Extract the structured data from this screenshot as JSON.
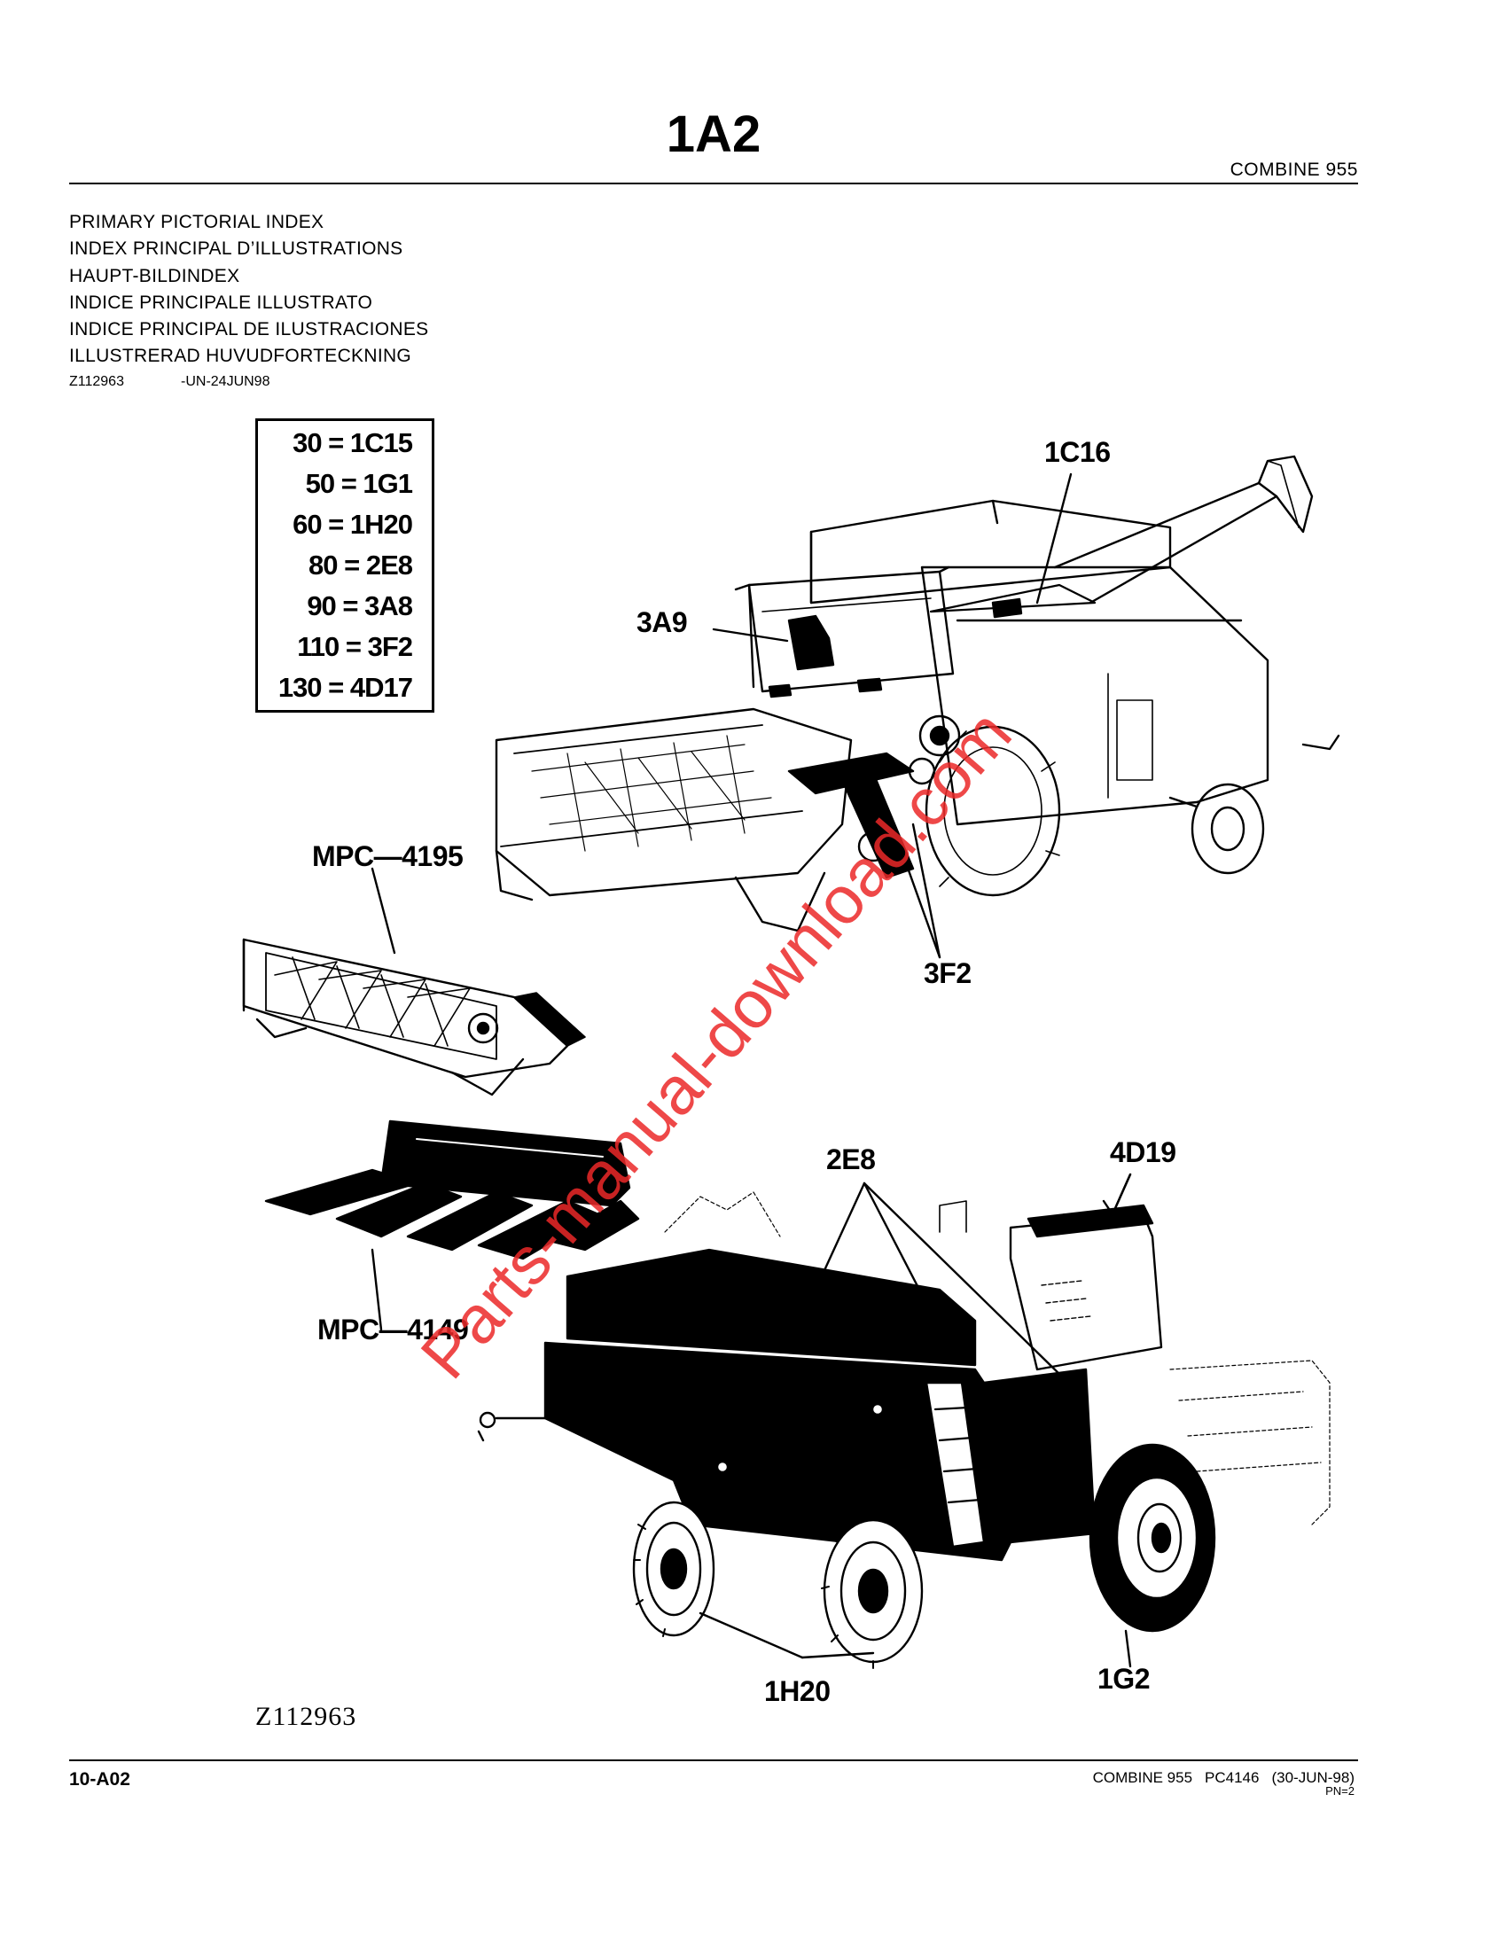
{
  "header": {
    "section": "1A2",
    "model": "COMBINE 955"
  },
  "titles": [
    "PRIMARY PICTORIAL INDEX",
    "INDEX PRINCIPAL D’ILLUSTRATIONS",
    "HAUPT-BILDINDEX",
    "INDICE PRINCIPALE ILLUSTRATO",
    "INDICE PRINCIPAL DE ILUSTRACIONES",
    "ILLUSTRERAD HUVUDFORTECKNING"
  ],
  "figure_ref": {
    "id": "Z112963",
    "code": "-UN-24JUN98"
  },
  "legend": [
    "30 = 1C15",
    "50 = 1G1",
    "60 = 1H20",
    "80 = 2E8",
    "90 = 3A8",
    "110 = 3F2",
    "130 = 4D17"
  ],
  "callouts": {
    "c1c16": "1C16",
    "c3a9": "3A9",
    "c3f2": "3F2",
    "mpc4195": "MPC—4195",
    "mpc4149": "MPC—4149",
    "c2e8": "2E8",
    "c4d19": "4D19",
    "c1g2": "1G2",
    "c1h20": "1H20"
  },
  "figure_id": "Z112963",
  "watermark": "Parts-manual-download.com",
  "footer": {
    "page": "10-A02",
    "model": "COMBINE 955",
    "pub": "PC4146",
    "date": "(30-JUN-98)",
    "pn": "PN=2"
  }
}
